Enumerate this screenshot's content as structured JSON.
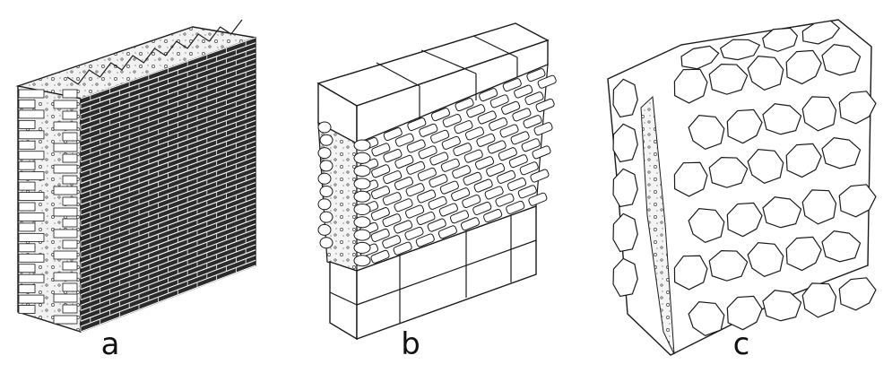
{
  "panels": [
    {
      "id": "a",
      "label": "a"
    },
    {
      "id": "b",
      "label": "b"
    },
    {
      "id": "c",
      "label": "c"
    }
  ],
  "colors": {
    "line": "#1a1a1a",
    "fill": "#ffffff",
    "core": "#f2f2f2",
    "dark": "#2b2b2b"
  }
}
